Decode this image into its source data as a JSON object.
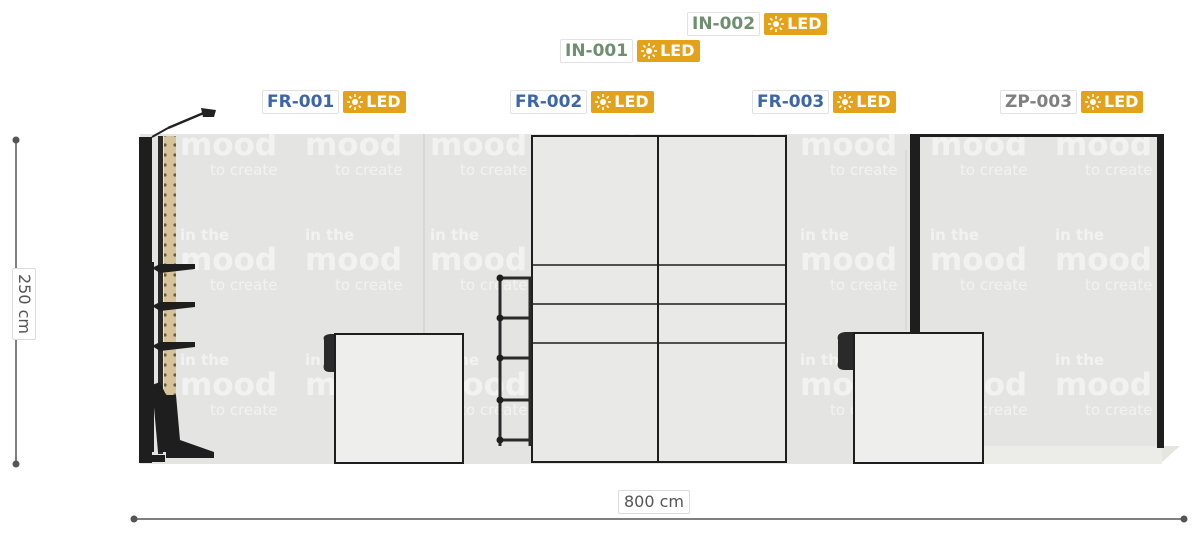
{
  "colors": {
    "fr": "#3c66a8",
    "in": "#6f8f6f",
    "zp": "#808080",
    "led": "#e3a21a",
    "panel": "#e4e4e2",
    "frame": "#1e1e1e",
    "dim": "#555555"
  },
  "tags": [
    {
      "code": "FR-001",
      "led": "LED",
      "kind": "fr"
    },
    {
      "code": "FR-002",
      "led": "LED",
      "kind": "fr"
    },
    {
      "code": "FR-003",
      "led": "LED",
      "kind": "fr"
    },
    {
      "code": "ZP-003",
      "led": "LED",
      "kind": "zp"
    },
    {
      "code": "IN-001",
      "led": "LED",
      "kind": "in"
    },
    {
      "code": "IN-002",
      "led": "LED",
      "kind": "in"
    }
  ],
  "watermark": {
    "line1": "in the",
    "line2": "mood",
    "line3": "to create"
  },
  "dimensions": {
    "height": "250 cm",
    "width": "800 cm"
  },
  "icons": {
    "led": "sun-icon"
  }
}
